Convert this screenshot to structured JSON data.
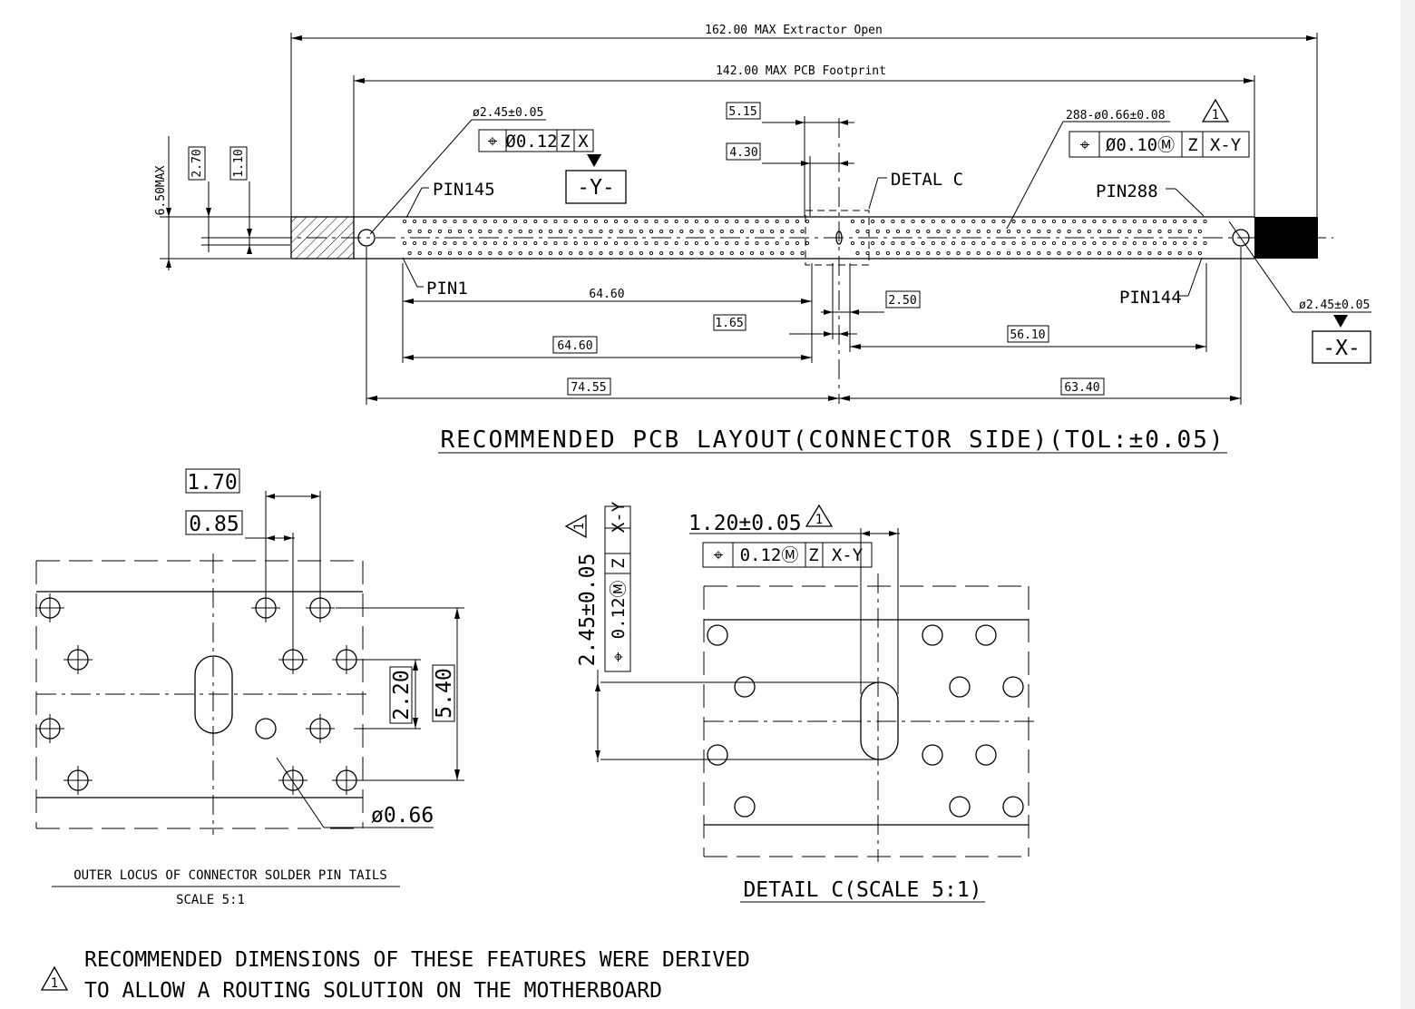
{
  "top_view": {
    "dim_overall": "162.00 MAX Extractor Open",
    "dim_footprint": "142.00 MAX PCB Footprint",
    "height_max": "6.50MAX",
    "dim_2_70": "2.70",
    "dim_1_10": "1.10",
    "hole_left_callout": "ø2.45±0.05",
    "fcf_left": [
      "⌖",
      "Ø0.12",
      "Z",
      "X"
    ],
    "datum_y": "-Y-",
    "dim_5_15": "5.15",
    "dim_4_30": "4.30",
    "detail_c_label": "DETAL C",
    "pins_callout": "288-ø0.66±0.08",
    "fcf_right": [
      "⌖",
      "Ø0.10Ⓜ",
      "Z",
      "X-Y"
    ],
    "pin145": "PIN145",
    "pin288": "PIN288",
    "pin1": "PIN1",
    "pin144": "PIN144",
    "dim_64_60_plain": "64.60",
    "dim_64_60_boxed": "64.60",
    "dim_1_65": "1.65",
    "dim_2_50": "2.50",
    "dim_56_10": "56.10",
    "dim_74_55": "74.55",
    "dim_63_40": "63.40",
    "hole_right_callout": "ø2.45±0.05",
    "datum_x": "-X-",
    "title": "RECOMMENDED PCB LAYOUT(CONNECTOR SIDE)(TOL:±0.05)"
  },
  "locus_view": {
    "dim_1_70": "1.70",
    "dim_0_85": "0.85",
    "dim_2_20": "2.20",
    "dim_5_40": "5.40",
    "dim_dia": "ø0.66",
    "title": "OUTER LOCUS OF CONNECTOR SOLDER PIN TAILS",
    "scale": "SCALE 5:1"
  },
  "detail_c": {
    "dim_width": "1.20±0.05",
    "fcf_width": [
      "⌖",
      "0.12Ⓜ",
      "Z",
      "X-Y"
    ],
    "dim_length": "2.45±0.05",
    "fcf_length": [
      "⌖",
      "0.12Ⓜ",
      "Z",
      "X-Y"
    ],
    "title": "DETAIL C(SCALE 5:1)"
  },
  "note": {
    "symbol": "1",
    "line1": "RECOMMENDED DIMENSIONS OF THESE FEATURES WERE DERIVED",
    "line2": "TO ALLOW A ROUTING SOLUTION ON THE MOTHERBOARD"
  }
}
